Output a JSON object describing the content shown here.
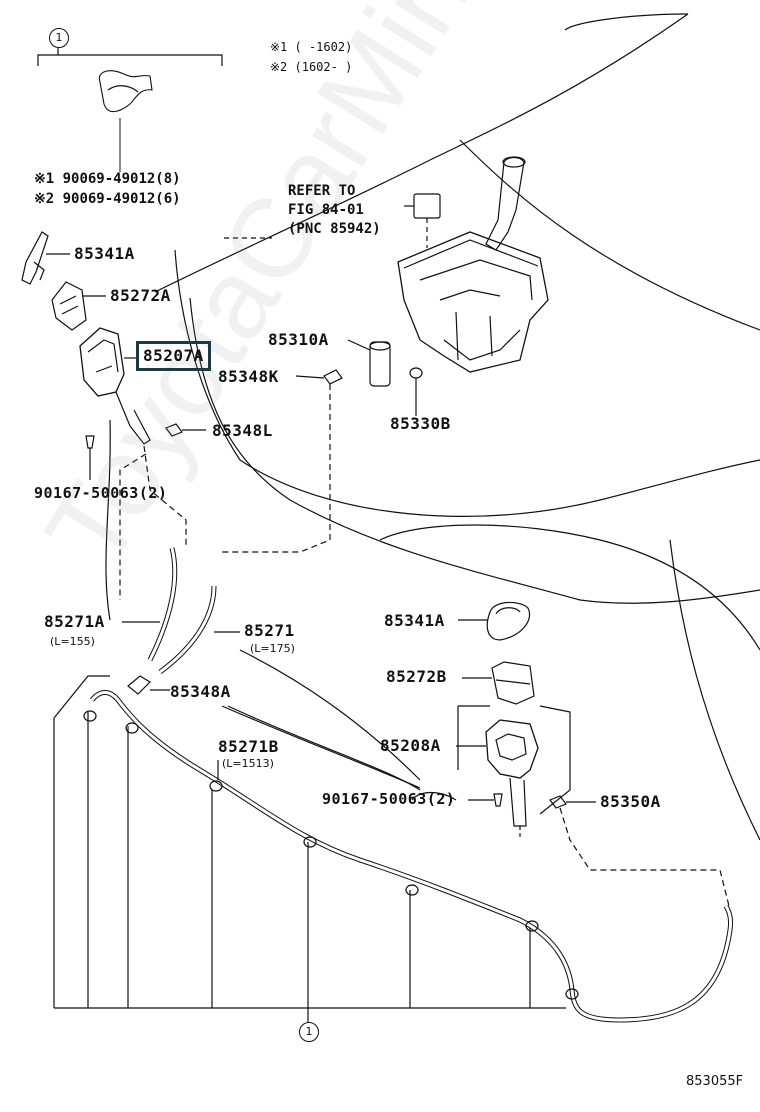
{
  "diagram_code": "853055F",
  "watermark": "ToyotaCarMine.ru",
  "legend": {
    "note_1": "※1 (    -1602)",
    "note_2": "※2 (1602-    )"
  },
  "callouts": {
    "circle_top": "1",
    "circle_bottom": "1"
  },
  "clip_part": {
    "line_1": "※1 90069-49012(8)",
    "line_2": "※2 90069-49012(6)"
  },
  "reference": {
    "line_1": "REFER TO",
    "line_2": "FIG 84-01",
    "line_3": "(PNC 85942)"
  },
  "parts": {
    "p85341A_top": "85341A",
    "p85272A": "85272A",
    "p85207A": "85207A",
    "p85310A": "85310A",
    "p85348K": "85348K",
    "p85330B": "85330B",
    "p85348L": "85348L",
    "p90167_top": "90167-50063(2)",
    "p85271A": "85271A",
    "p85271A_len": "(L=155)",
    "p85271": "85271",
    "p85271_len": "(L=175)",
    "p85348A": "85348A",
    "p85271B": "85271B",
    "p85271B_len": "(L=1513)",
    "p85341A_right": "85341A",
    "p85272B": "85272B",
    "p85208A": "85208A",
    "p90167_bottom": "90167-50063(2)",
    "p85350A": "85350A"
  },
  "highlight_color": "#1d3a44"
}
